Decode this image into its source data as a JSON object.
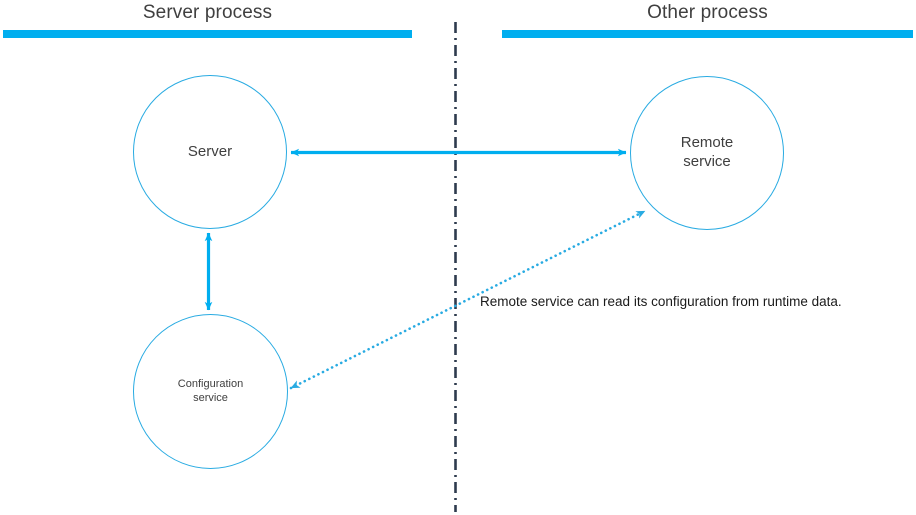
{
  "diagram": {
    "type": "process-boundary-diagram",
    "background_color": "#ffffff",
    "accent_color": "#00AEEF",
    "node_stroke_color": "#29ABE2",
    "text_color": "#3f3f3f",
    "divider_color": "#2e3b4e"
  },
  "sections": {
    "left": {
      "title": "Server process"
    },
    "right": {
      "title": "Other process"
    }
  },
  "nodes": {
    "server": {
      "label": "Server"
    },
    "remote_service": {
      "label_line1": "Remote",
      "label_line2": "service"
    },
    "configuration_service": {
      "label_line1": "Configuration",
      "label_line2": "service"
    }
  },
  "connections": [
    {
      "name": "server-to-remote-service",
      "from": "server",
      "to": "remote_service",
      "style": "solid",
      "arrowheads": "both",
      "label": ""
    },
    {
      "name": "server-to-configuration-service",
      "from": "server",
      "to": "configuration_service",
      "style": "solid",
      "arrowheads": "both",
      "label": ""
    },
    {
      "name": "configuration-service-to-remote-service",
      "from": "configuration_service",
      "to": "remote_service",
      "style": "dotted",
      "arrowheads": "both",
      "label": "Remote service can read its configuration from runtime data."
    }
  ],
  "annotation": {
    "text": "Remote service can read its configuration from runtime data."
  },
  "divider": {
    "name": "process-boundary",
    "style": "dash-dot",
    "orientation": "vertical"
  }
}
